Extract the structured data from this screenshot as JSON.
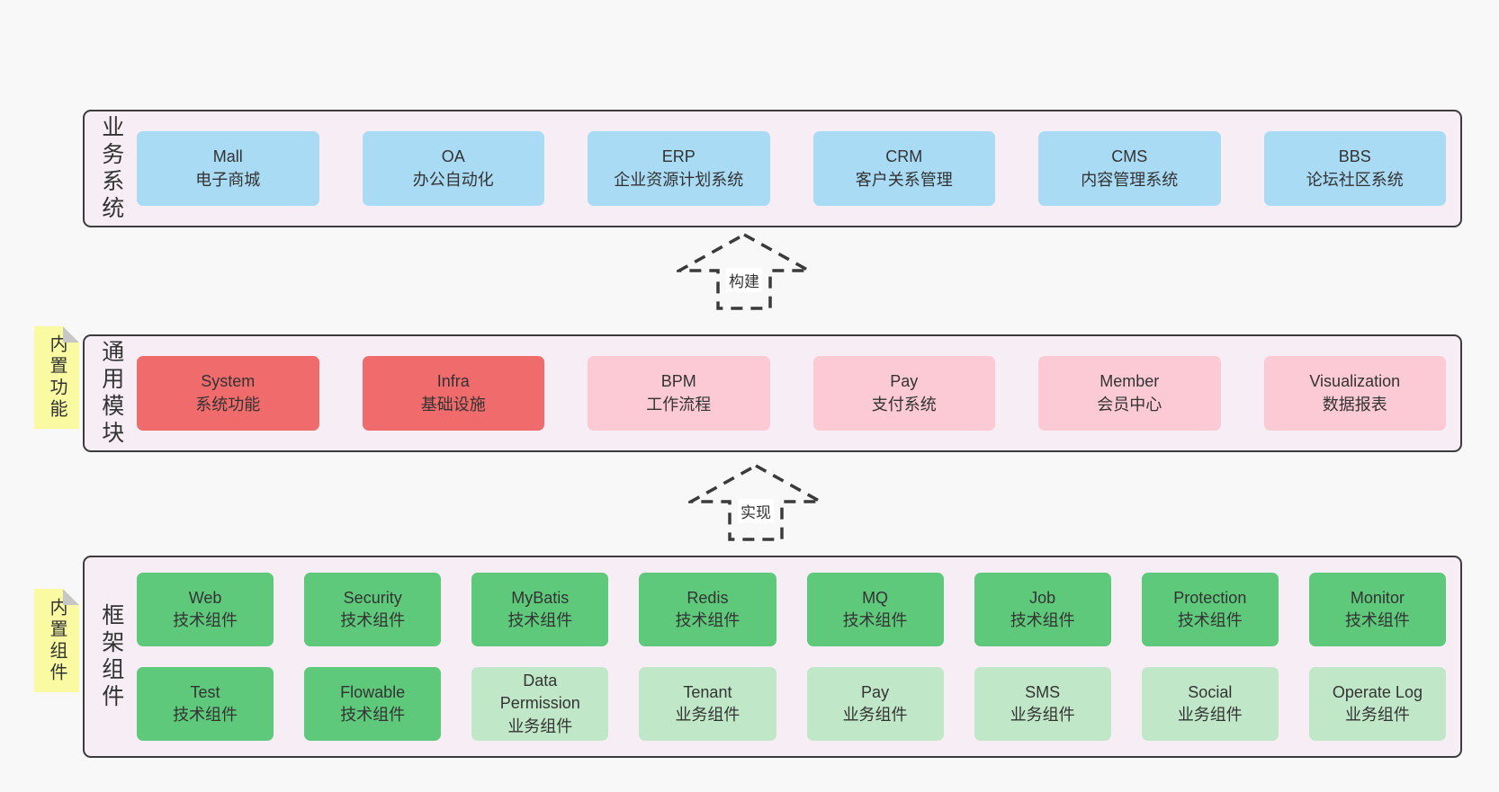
{
  "colors": {
    "page_background": "#f8f8f8",
    "band_background": "#f7edf5",
    "band_border": "#3c3c3c",
    "blue_box": "#a9dbf4",
    "red_box": "#f06b6b",
    "pink_box": "#fbcad5",
    "green_box": "#5ec97b",
    "light_green_box": "#c0e8c8",
    "sticky_yellow": "#fafaa2",
    "sticky_fold_gray": "#c6c6c6",
    "text": "#333333"
  },
  "stickies": [
    {
      "text": "内置功能"
    },
    {
      "text": "内置组件"
    }
  ],
  "arrows": [
    {
      "label": "构建"
    },
    {
      "label": "实现"
    }
  ],
  "sections": [
    {
      "id": "business-systems",
      "label": "业务系统",
      "rows": [
        [
          {
            "en": "Mall",
            "zh": "电子商城",
            "color": "blue"
          },
          {
            "en": "OA",
            "zh": "办公自动化",
            "color": "blue"
          },
          {
            "en": "ERP",
            "zh": "企业资源计划系统",
            "color": "blue"
          },
          {
            "en": "CRM",
            "zh": "客户关系管理",
            "color": "blue"
          },
          {
            "en": "CMS",
            "zh": "内容管理系统",
            "color": "blue"
          },
          {
            "en": "BBS",
            "zh": "论坛社区系统",
            "color": "blue"
          }
        ]
      ]
    },
    {
      "id": "common-modules",
      "label": "通用模块",
      "rows": [
        [
          {
            "en": "System",
            "zh": "系统功能",
            "color": "red"
          },
          {
            "en": "Infra",
            "zh": "基础设施",
            "color": "red"
          },
          {
            "en": "BPM",
            "zh": "工作流程",
            "color": "pink"
          },
          {
            "en": "Pay",
            "zh": "支付系统",
            "color": "pink"
          },
          {
            "en": "Member",
            "zh": "会员中心",
            "color": "pink"
          },
          {
            "en": "Visualization",
            "zh": "数据报表",
            "color": "pink"
          }
        ]
      ]
    },
    {
      "id": "framework-components",
      "label": "框架组件",
      "rows": [
        [
          {
            "en": "Web",
            "zh": "技术组件",
            "color": "green"
          },
          {
            "en": "Security",
            "zh": "技术组件",
            "color": "green"
          },
          {
            "en": "MyBatis",
            "zh": "技术组件",
            "color": "green"
          },
          {
            "en": "Redis",
            "zh": "技术组件",
            "color": "green"
          },
          {
            "en": "MQ",
            "zh": "技术组件",
            "color": "green"
          },
          {
            "en": "Job",
            "zh": "技术组件",
            "color": "green"
          },
          {
            "en": "Protection",
            "zh": "技术组件",
            "color": "green"
          },
          {
            "en": "Monitor",
            "zh": "技术组件",
            "color": "green"
          }
        ],
        [
          {
            "en": "Test",
            "zh": "技术组件",
            "color": "green"
          },
          {
            "en": "Flowable",
            "zh": "技术组件",
            "color": "green"
          },
          {
            "en": "Data Permission",
            "zh": "业务组件",
            "color": "light-green"
          },
          {
            "en": "Tenant",
            "zh": "业务组件",
            "color": "light-green"
          },
          {
            "en": "Pay",
            "zh": "业务组件",
            "color": "light-green"
          },
          {
            "en": "SMS",
            "zh": "业务组件",
            "color": "light-green"
          },
          {
            "en": "Social",
            "zh": "业务组件",
            "color": "light-green"
          },
          {
            "en": "Operate Log",
            "zh": "业务组件",
            "color": "light-green"
          }
        ]
      ]
    }
  ]
}
